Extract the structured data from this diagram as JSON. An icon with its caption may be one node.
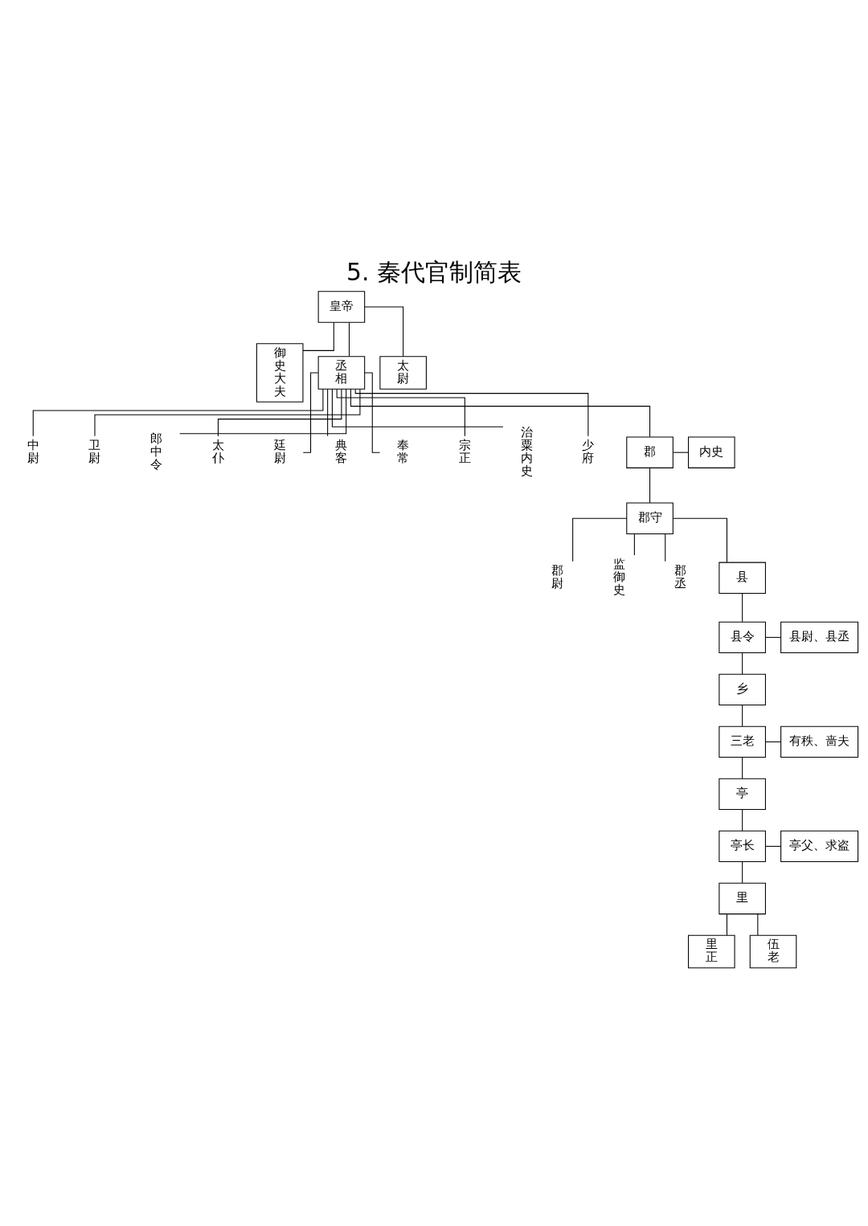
{
  "diagram": {
    "title": "5. 秦代官制简表",
    "nodes": [
      {
        "text": [
          "皇帝"
        ]
      },
      {
        "text": [
          "御史大夫"
        ]
      },
      {
        "text": [
          "丞相"
        ]
      },
      {
        "text": [
          "太尉"
        ]
      },
      {
        "text": [
          "中尉"
        ]
      },
      {
        "text": [
          "卫尉"
        ]
      },
      {
        "text": [
          "郎中令"
        ]
      },
      {
        "text": [
          "太仆"
        ]
      },
      {
        "text": [
          "廷尉"
        ]
      },
      {
        "text": [
          "典客"
        ]
      },
      {
        "text": [
          "奉常"
        ]
      },
      {
        "text": [
          "宗正"
        ]
      },
      {
        "text": [
          "治粟内史"
        ]
      },
      {
        "text": [
          "少府"
        ]
      },
      {
        "text": [
          "郡"
        ]
      },
      {
        "text": [
          "内史"
        ]
      },
      {
        "text": [
          "郡守"
        ]
      },
      {
        "text": [
          "郡尉"
        ]
      },
      {
        "text": [
          "监御史"
        ]
      },
      {
        "text": [
          "郡丞"
        ]
      },
      {
        "text": [
          "县"
        ]
      },
      {
        "text": [
          "县令"
        ]
      },
      {
        "text": [
          "县尉、县丞"
        ]
      },
      {
        "text": [
          "乡"
        ]
      },
      {
        "text": [
          "三老"
        ]
      },
      {
        "text": [
          "有秩、啬夫"
        ]
      },
      {
        "text": [
          "亭"
        ]
      },
      {
        "text": [
          "亭长"
        ]
      },
      {
        "text": [
          "亭父、求盗"
        ]
      },
      {
        "text": [
          "里"
        ]
      },
      {
        "text": [
          "里正"
        ]
      },
      {
        "text": [
          "伍老"
        ]
      }
    ],
    "edges": [
      {
        "from": 0,
        "to": 1,
        "arrow": "none"
      },
      {
        "from": 0,
        "to": 2,
        "arrow": "none"
      },
      {
        "from": 0,
        "to": 3,
        "arrow": "none"
      },
      {
        "from": 2,
        "to": 4,
        "arrow": "none"
      },
      {
        "from": 2,
        "to": 5,
        "arrow": "none"
      },
      {
        "from": 2,
        "to": 6,
        "arrow": "none"
      },
      {
        "from": 2,
        "to": 7,
        "arrow": "none"
      },
      {
        "from": 2,
        "to": 8,
        "arrow": "none"
      },
      {
        "from": 2,
        "to": 9,
        "arrow": "none"
      },
      {
        "from": 2,
        "to": 10,
        "arrow": "none"
      },
      {
        "from": 2,
        "to": 11,
        "arrow": "none"
      },
      {
        "from": 2,
        "to": 12,
        "arrow": "none"
      },
      {
        "from": 2,
        "to": 13,
        "arrow": "none"
      },
      {
        "from": 2,
        "to": 14,
        "arrow": "none"
      },
      {
        "from": 14,
        "to": 15,
        "arrow": "none"
      },
      {
        "from": 14,
        "to": 16,
        "arrow": "none"
      },
      {
        "from": 16,
        "to": 17,
        "arrow": "none"
      },
      {
        "from": 16,
        "to": 18,
        "arrow": "none"
      },
      {
        "from": 16,
        "to": 19,
        "arrow": "none"
      },
      {
        "from": 16,
        "to": 20,
        "arrow": "none"
      },
      {
        "from": 20,
        "to": 21,
        "arrow": "none"
      },
      {
        "from": 21,
        "to": 22,
        "arrow": "none"
      },
      {
        "from": 21,
        "to": 23,
        "arrow": "none"
      },
      {
        "from": 23,
        "to": 24,
        "arrow": "none"
      },
      {
        "from": 24,
        "to": 25,
        "arrow": "none"
      },
      {
        "from": 24,
        "to": 26,
        "arrow": "none"
      },
      {
        "from": 26,
        "to": 27,
        "arrow": "none"
      },
      {
        "from": 27,
        "to": 28,
        "arrow": "none"
      },
      {
        "from": 27,
        "to": 29,
        "arrow": "none"
      },
      {
        "from": 29,
        "to": 30,
        "arrow": "none"
      },
      {
        "from": 29,
        "to": 31,
        "arrow": "none"
      }
    ]
  }
}
